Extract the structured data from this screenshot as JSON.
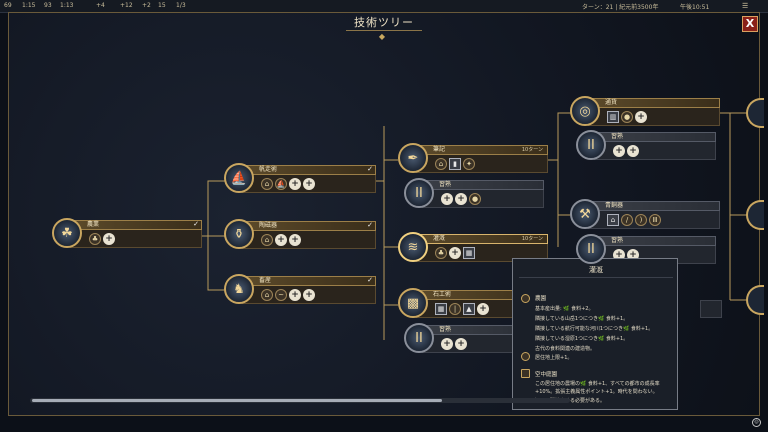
{
  "topbar": {
    "stats": [
      "69",
      "1:15",
      "93",
      "1:13",
      "+4",
      "+12",
      "+2",
      "15",
      "1/3"
    ],
    "turn": "ターン：21 | 紀元前3500年",
    "time": "午後10:51"
  },
  "panel": {
    "title": "技術ツリー",
    "close_label": "X"
  },
  "nodes": {
    "agriculture": {
      "name": "農業"
    },
    "sailing": {
      "name": "帆走術"
    },
    "pottery": {
      "name": "陶磁器"
    },
    "animal": {
      "name": "畜産"
    },
    "writing": {
      "name": "筆記",
      "turns": "10ターン"
    },
    "irrigation": {
      "name": "灌漑",
      "turns": "10ターン"
    },
    "masonry": {
      "name": "石工術"
    },
    "currency": {
      "name": "通貨"
    },
    "bronze": {
      "name": "青銅器"
    },
    "mastery": {
      "name": "習熟"
    }
  },
  "tooltip": {
    "title": "灌漑",
    "farm_head": "農園",
    "farm_lines": [
      "基本産出量: 🌿 食料+2。",
      "隣接している山岳1つにつき🌿 食料+1。",
      "隣接している航行可能な河川1つにつき🌿 食料+1。",
      "隣接している湿原1つにつき🌿 食料+1。",
      "古代の食料関連の建造物。"
    ],
    "pop_line": "居住地上限+1。",
    "garden_head": "空中庭園",
    "garden_lines": [
      "この居住地の農場の🌿 食料+1、すべての都市の成長率+10%。拡張主義属性ポイント+1。時代を問わない。",
      "河川に隣接させる必要がある。"
    ]
  },
  "icons": {
    "check": "✓",
    "plus": "+",
    "mastery_mark": "II"
  }
}
